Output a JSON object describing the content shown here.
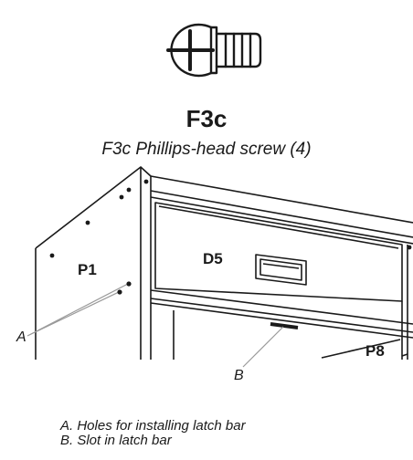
{
  "screw": {
    "code": "F3c",
    "description": "F3c Phillips-head screw (4)",
    "icon": "phillips-screw-icon"
  },
  "diagram": {
    "labels": {
      "p1": "P1",
      "d5": "D5",
      "p8": "P8",
      "a": "A",
      "b": "B"
    }
  },
  "captions": [
    "A. Holes for installing latch bar",
    "B. Slot in latch bar"
  ]
}
